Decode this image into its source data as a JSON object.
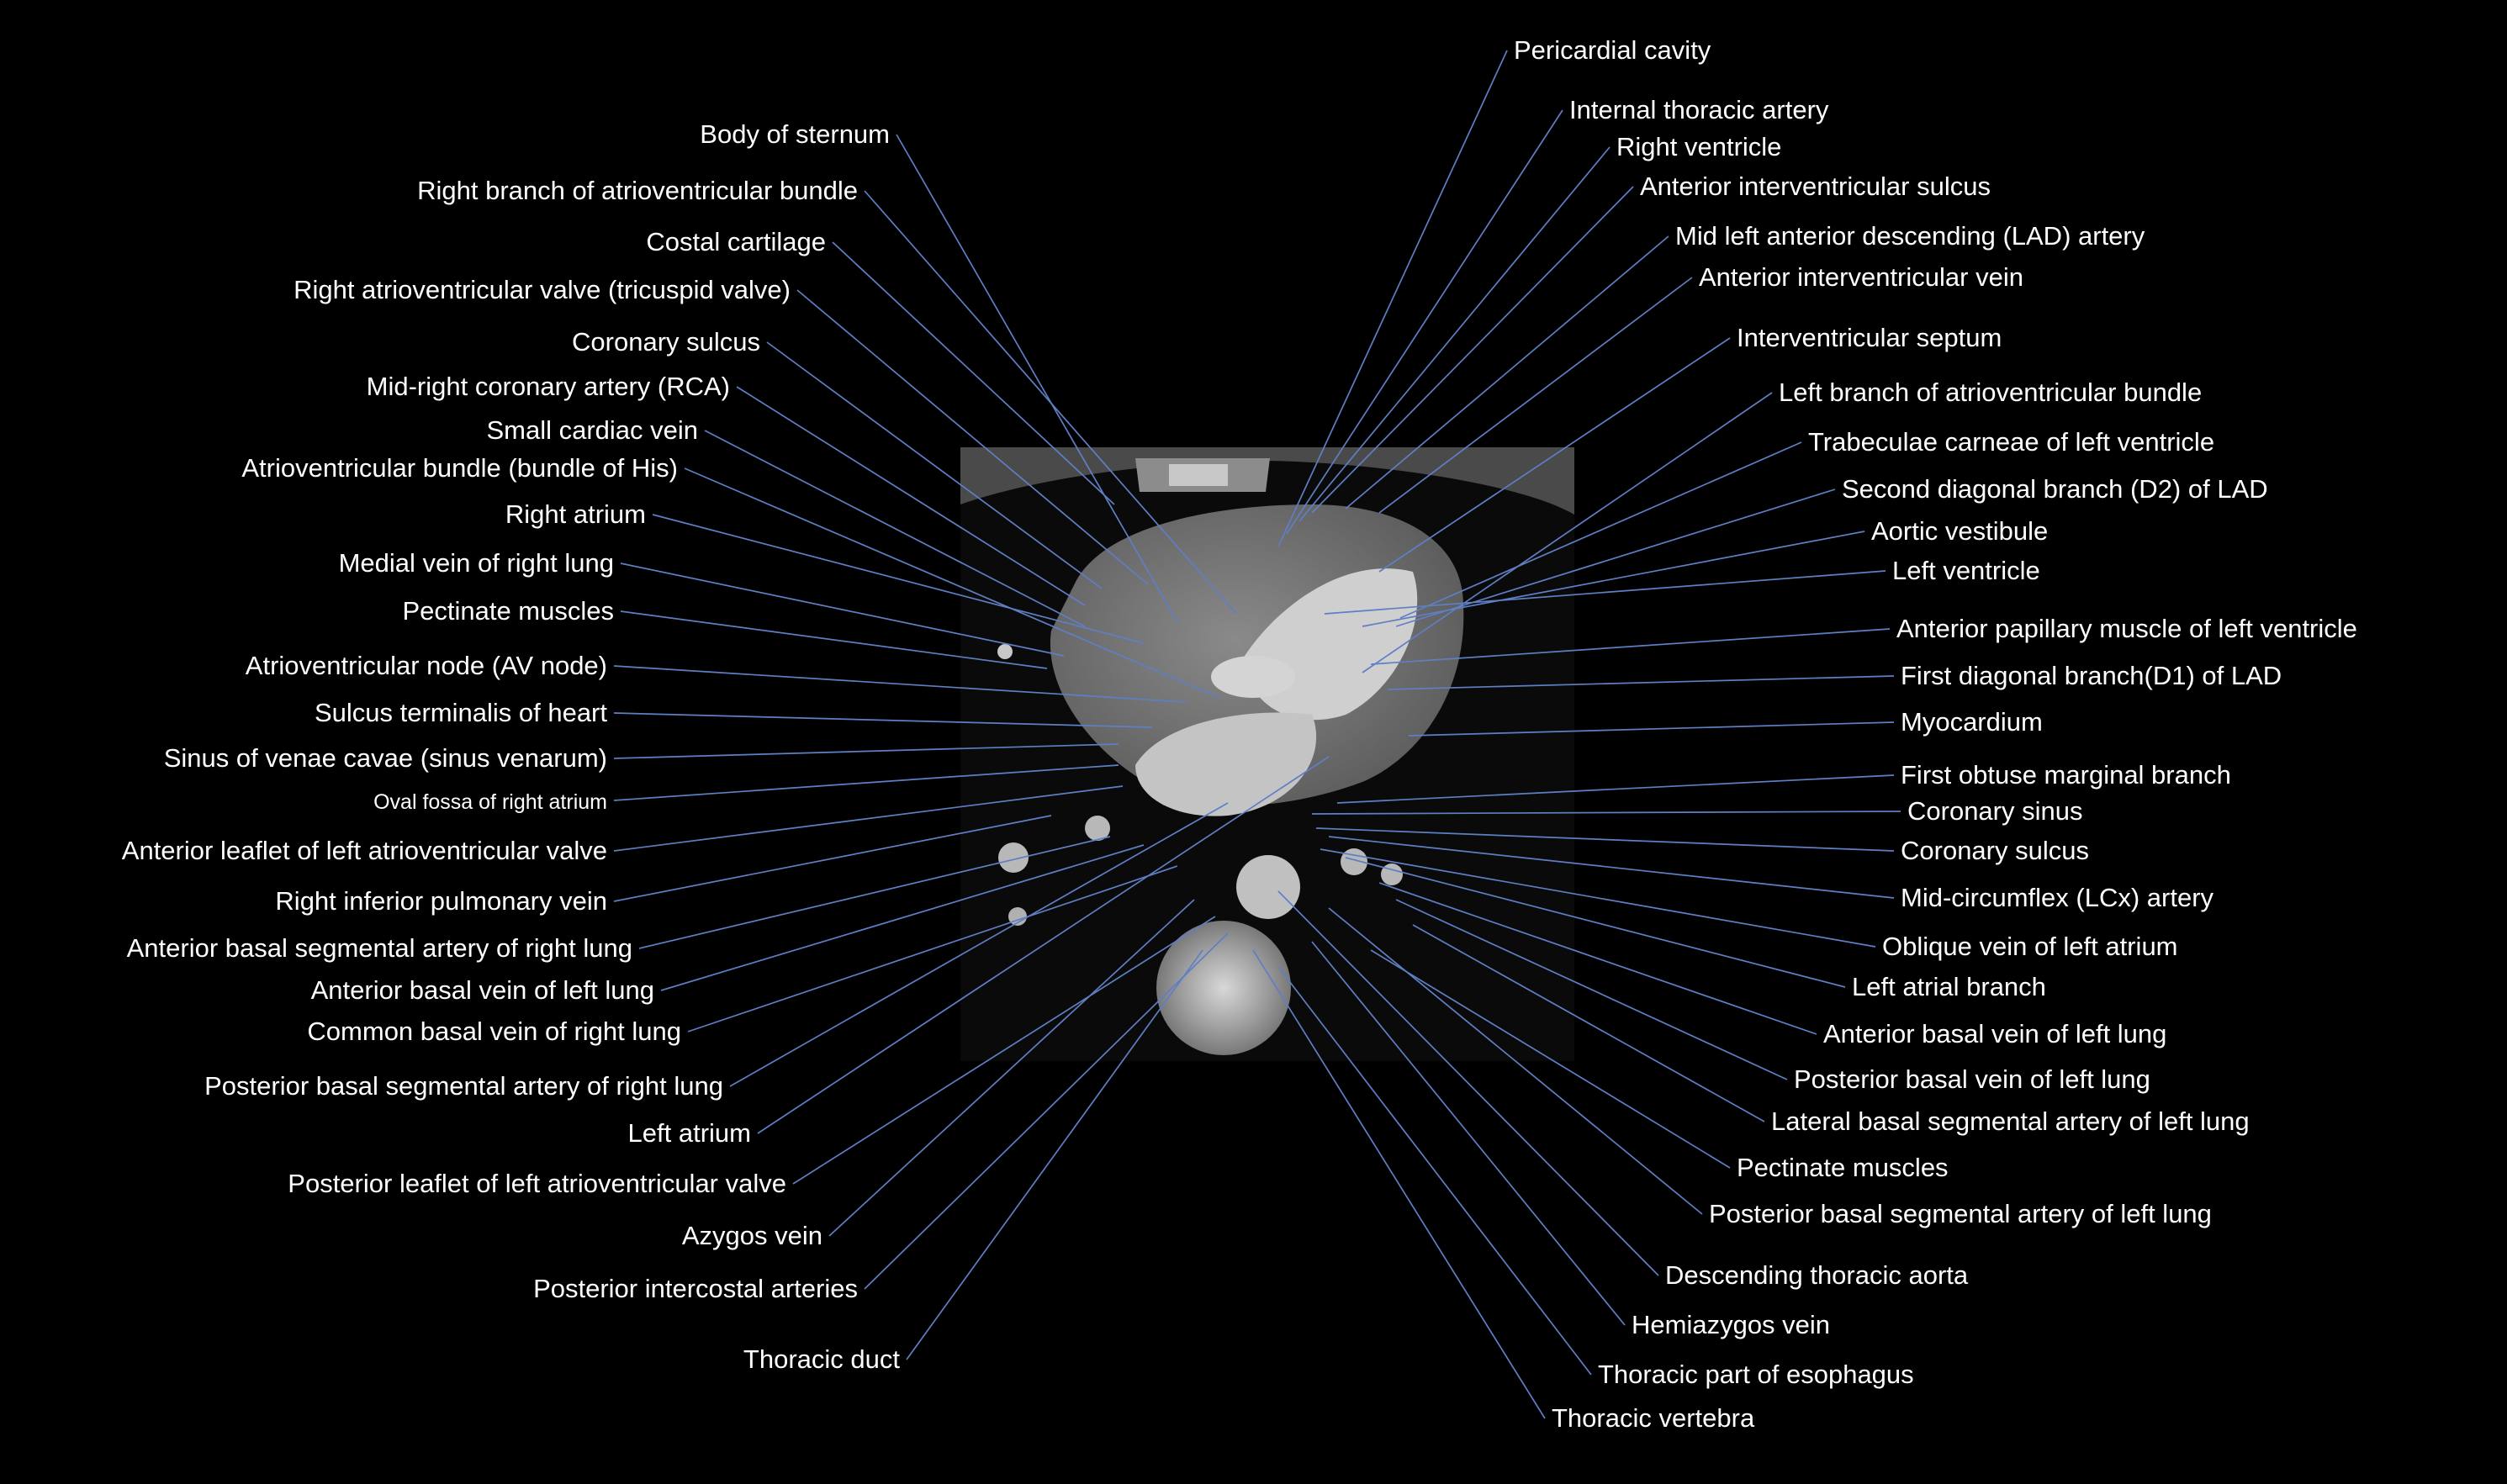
{
  "left_labels": [
    "Body of sternum",
    "Right branch of atrioventricular bundle",
    "Costal cartilage",
    "Right atrioventricular valve (tricuspid valve)",
    "Coronary sulcus",
    "Mid-right coronary artery (RCA)",
    "Small cardiac vein",
    "Atrioventricular bundle (bundle of His)",
    "Right atrium",
    "Medial vein of right lung",
    "Pectinate muscles",
    "Atrioventricular node (AV node)",
    "Sulcus terminalis of heart",
    "Sinus of venae cavae (sinus venarum)",
    "Oval fossa of right atrium",
    "Anterior leaflet of left atrioventricular valve",
    "Right inferior pulmonary vein",
    "Anterior basal segmental artery of right lung",
    "Anterior basal vein of left lung",
    "Common basal vein of right lung",
    "Posterior basal segmental artery of right lung",
    "Left atrium",
    "Posterior leaflet of left atrioventricular valve",
    "Azygos vein",
    "Posterior intercostal arteries",
    "Thoracic duct"
  ],
  "right_labels": [
    "Pericardial cavity",
    "Internal thoracic artery",
    "Right ventricle",
    "Anterior interventricular sulcus",
    "Mid left anterior descending (LAD) artery",
    "Anterior interventricular vein",
    "Interventricular septum",
    "Left branch of atrioventricular bundle",
    "Trabeculae carneae of left ventricle",
    "Second diagonal branch (D2) of LAD",
    "Aortic vestibule",
    "Left ventricle",
    "Anterior papillary muscle of left ventricle",
    "First diagonal branch(D1) of LAD",
    "Myocardium",
    "First obtuse marginal branch",
    "Coronary sinus",
    "Coronary sulcus",
    "Mid-circumflex (LCx) artery",
    "Oblique vein of left atrium",
    "Left atrial branch",
    "Anterior basal vein of left lung",
    "Posterior basal vein of left lung",
    "Lateral basal segmental artery of left lung",
    "Pectinate muscles",
    "Posterior basal segmental artery of left lung",
    "Descending thoracic aorta",
    "Hemiazygos vein",
    "Thoracic part of esophagus",
    "Thoracic vertebra"
  ]
}
